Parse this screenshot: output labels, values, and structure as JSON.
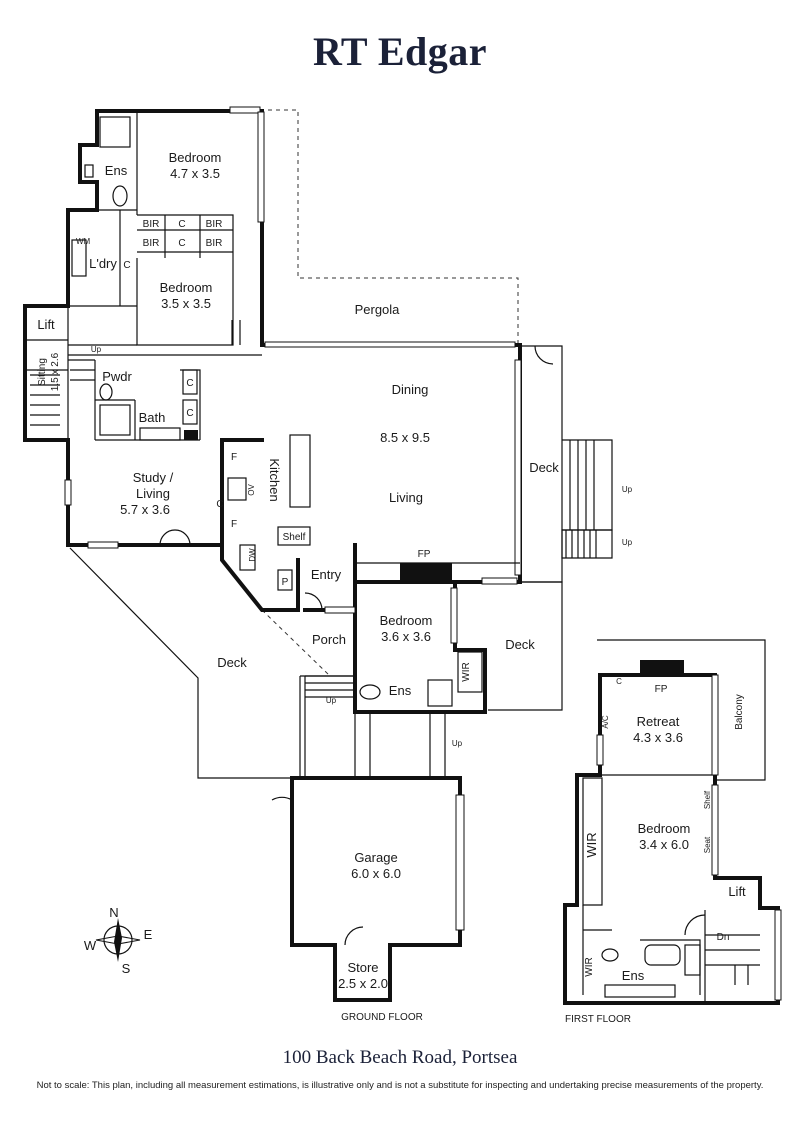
{
  "brand": "RT Edgar",
  "address": "100 Back Beach Road, Portsea",
  "disclaimer": "Not to scale: This plan, including all measurement estimations, is illustrative only and is not a substitute for inspecting and undertaking precise measurements of the property.",
  "floors": {
    "ground": "GROUND FLOOR",
    "first": "FIRST FLOOR"
  },
  "compass": {
    "n": "N",
    "e": "E",
    "s": "S",
    "w": "W"
  },
  "rooms": {
    "ens_top": "Ens",
    "bedroom1": "Bedroom",
    "bedroom1_dim": "4.7 x 3.5",
    "bir": "BIR",
    "c": "C",
    "wm": "WM",
    "ldry": "L'dry",
    "bedroom2": "Bedroom",
    "bedroom2_dim": "3.5 x 3.5",
    "lift": "Lift",
    "sitting": "Sitting",
    "sitting_dim": "1.5 x 2.6",
    "up": "Up",
    "pwdr": "Pwdr",
    "bath": "Bath",
    "pergola": "Pergola",
    "dining": "Dining",
    "dining_dim": "8.5 x 9.5",
    "living": "Living",
    "f": "F",
    "ov": "OV",
    "kitchen": "Kitchen",
    "dw": "DW",
    "shelf": "Shelf",
    "p": "P",
    "study": "Study /",
    "study2": "Living",
    "study_dim": "5.7 x 3.6",
    "entry": "Entry",
    "fp": "FP",
    "deck": "Deck",
    "bedroom3": "Bedroom",
    "bedroom3_dim": "3.6 x 3.6",
    "porch": "Porch",
    "wir": "WIR",
    "ens": "Ens",
    "garage": "Garage",
    "garage_dim": "6.0 x 6.0",
    "store": "Store",
    "store_dim": "2.5 x 2.0",
    "retreat": "Retreat",
    "retreat_dim": "4.3 x 3.6",
    "balcony": "Balcony",
    "ac": "A/C",
    "bedroom4": "Bedroom",
    "bedroom4_dim": "3.4 x 6.0",
    "seat": "Seat",
    "dn": "Dn"
  }
}
